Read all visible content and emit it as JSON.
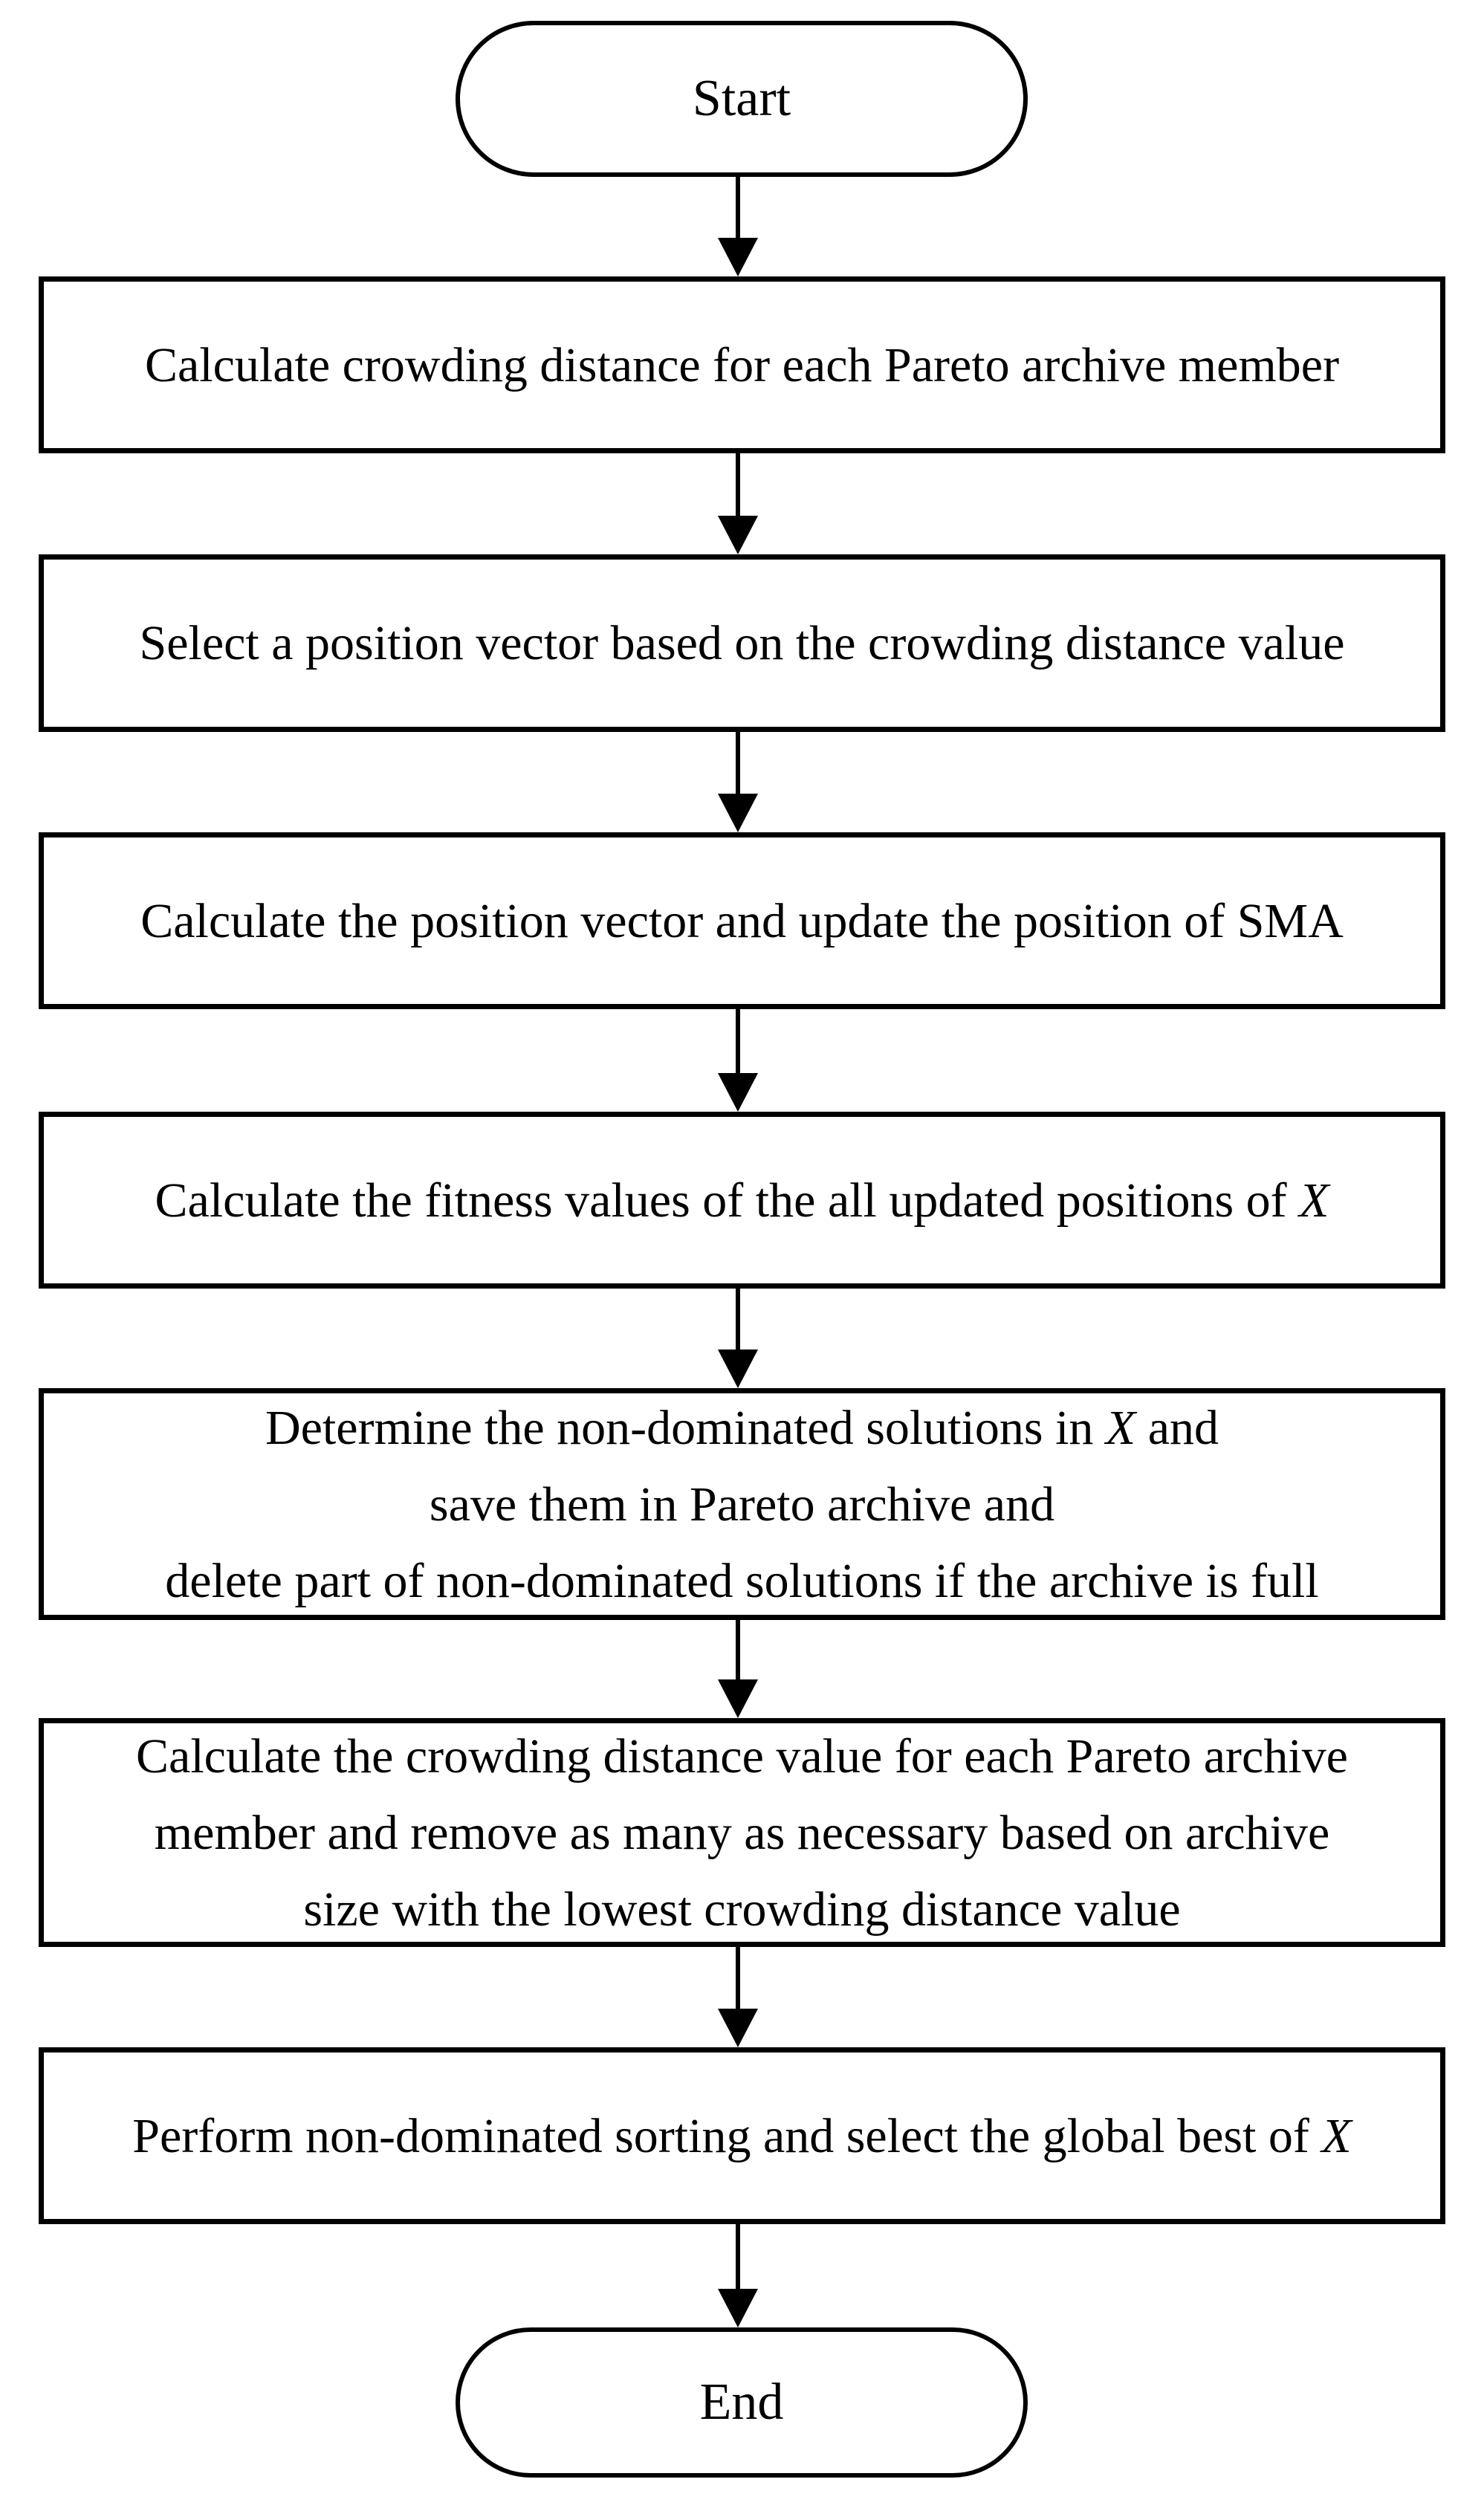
{
  "diagram": {
    "colors": {
      "stroke": "#000000",
      "background": "#ffffff",
      "text": "#000000"
    },
    "nodes": {
      "start": {
        "shape": "terminator",
        "label": "Start"
      },
      "step1": {
        "shape": "process",
        "lines": [
          [
            {
              "t": "Calculate crowding distance for each Pareto archive member"
            }
          ]
        ]
      },
      "step2": {
        "shape": "process",
        "lines": [
          [
            {
              "t": "Select a position vector based on the crowding distance value"
            }
          ]
        ]
      },
      "step3": {
        "shape": "process",
        "lines": [
          [
            {
              "t": "Calculate the position vector and update the position of SMA"
            }
          ]
        ]
      },
      "step4": {
        "shape": "process",
        "lines": [
          [
            {
              "t": "Calculate the fitness values of the all updated positions of "
            },
            {
              "t": "X",
              "i": true
            }
          ]
        ]
      },
      "step5": {
        "shape": "process",
        "lines": [
          [
            {
              "t": "Determine the non-dominated solutions in "
            },
            {
              "t": "X",
              "i": true
            },
            {
              "t": " and"
            }
          ],
          [
            {
              "t": "save them in Pareto archive and"
            }
          ],
          [
            {
              "t": "delete part of non-dominated solutions if the archive is full"
            }
          ]
        ]
      },
      "step6": {
        "shape": "process",
        "lines": [
          [
            {
              "t": "Calculate the crowding distance value for each Pareto archive"
            }
          ],
          [
            {
              "t": "member and remove as many as necessary based on archive"
            }
          ],
          [
            {
              "t": "size with the lowest crowding distance value"
            }
          ]
        ]
      },
      "step7": {
        "shape": "process",
        "lines": [
          [
            {
              "t": "Perform non-dominated sorting and select the global best of "
            },
            {
              "t": "X",
              "i": true
            }
          ]
        ]
      },
      "end": {
        "shape": "terminator",
        "label": "End"
      }
    },
    "edges": [
      {
        "from": "start",
        "to": "step1"
      },
      {
        "from": "step1",
        "to": "step2"
      },
      {
        "from": "step2",
        "to": "step3"
      },
      {
        "from": "step3",
        "to": "step4"
      },
      {
        "from": "step4",
        "to": "step5"
      },
      {
        "from": "step5",
        "to": "step6"
      },
      {
        "from": "step6",
        "to": "step7"
      },
      {
        "from": "step7",
        "to": "end"
      }
    ]
  }
}
